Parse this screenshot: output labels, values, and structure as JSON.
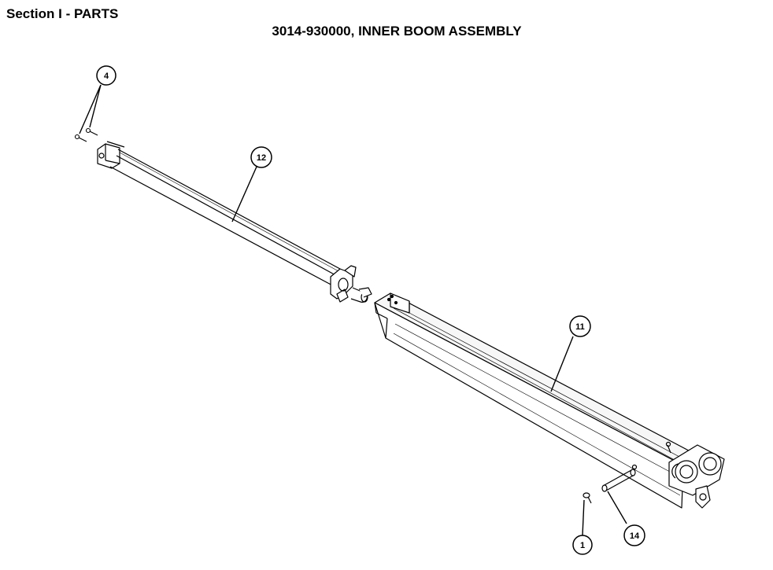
{
  "header": {
    "section": "Section I - PARTS",
    "title": "3014-930000, INNER BOOM ASSEMBLY"
  },
  "callouts": {
    "c4": "4",
    "c12": "12",
    "c11": "11",
    "c1": "1",
    "c14": "14"
  },
  "colors": {
    "ink": "#000000",
    "paper": "#ffffff",
    "shade": "#d8d8d8"
  }
}
